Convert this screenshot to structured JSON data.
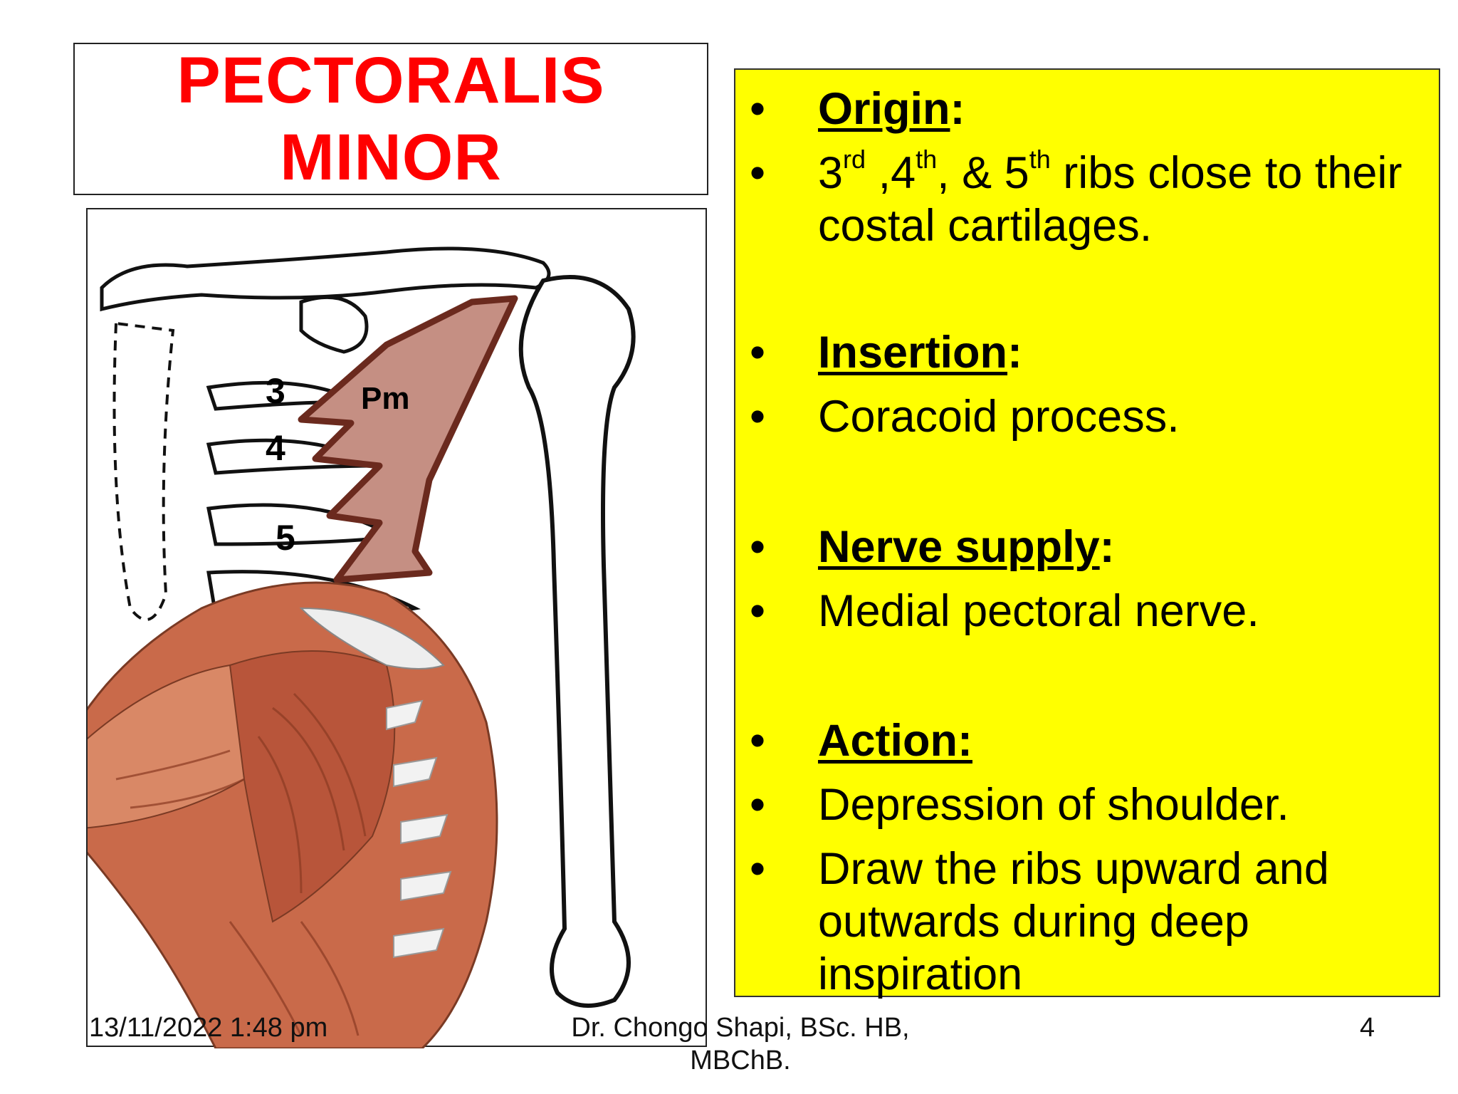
{
  "title": {
    "line1": "PECTORALIS",
    "line2": "MINOR"
  },
  "figure": {
    "rib_labels": [
      "3",
      "4",
      "5"
    ],
    "muscle_label": "Pm"
  },
  "info": {
    "origin_head": "Origin",
    "origin_colon": ":",
    "origin_n1": "3",
    "origin_s1": "rd",
    "origin_n2": " ,4",
    "origin_s2": "th",
    "origin_n3": ", & 5",
    "origin_s3": "th",
    "origin_rest": " ribs close to their costal cartilages.",
    "insertion_head": "Insertion",
    "insertion_colon": ":",
    "insertion_text": "Coracoid process.",
    "nerve_head": "Nerve supply",
    "nerve_colon": ":",
    "nerve_text": "Medial pectoral nerve.",
    "action_head": "Action:",
    "action_text1": "Depression of shoulder.",
    "action_text2": "Draw the ribs upward and outwards during deep inspiration"
  },
  "footer": {
    "date": "13/11/2022 1:48 pm",
    "author_line1": "Dr. Chongo Shapi, BSc. HB,",
    "author_line2": "MBChB.",
    "page": "4"
  },
  "colors": {
    "title": "#ff0000",
    "panel": "#ffff00",
    "muscle": "#c58f83",
    "muscle_outline": "#6b2a1e"
  }
}
